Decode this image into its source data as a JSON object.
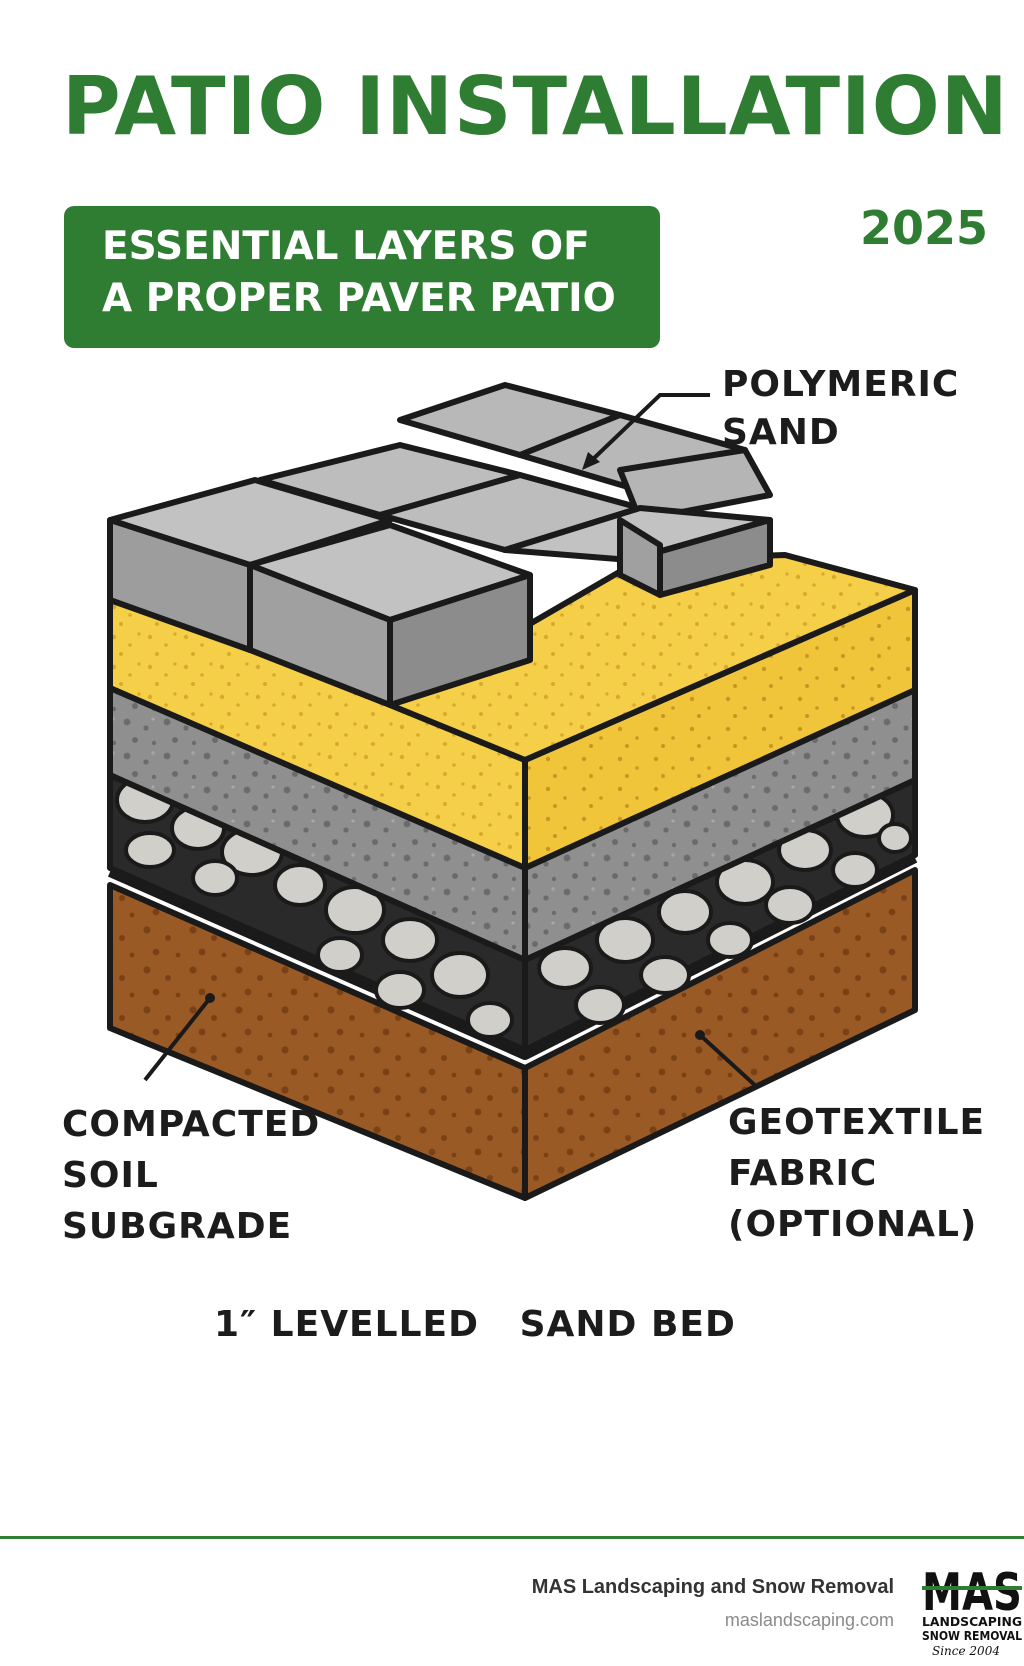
{
  "header": {
    "title": "PATIO INSTALLATION",
    "year": "2025",
    "subtitle_line1": "ESSENTIAL LAYERS OF",
    "subtitle_line2": "A PROPER PAVER PATIO"
  },
  "labels": {
    "polymeric_sand_line1": "POLYMERIC",
    "polymeric_sand_line2": "SAND",
    "soil_line1": "COMPACTED",
    "soil_line2": "SOIL",
    "soil_line3": "SUBGRADE",
    "geotextile_line1": "GEOTEXTILE",
    "geotextile_line2": "FABRIC",
    "geotextile_line3": "(OPTIONAL)",
    "sand_bed": "1″ LEVELLED   SAND BED"
  },
  "footer": {
    "company": "MAS Landscaping and Snow Removal",
    "url": "maslandscaping.com",
    "logo_main": "MAS",
    "logo_line1": "LANDSCAPING",
    "logo_line2": "SNOW REMOVAL",
    "logo_since": "Since 2004"
  },
  "colors": {
    "brand_green": "#2f7d32",
    "paver_gray": "#a6a6a6",
    "sand_yellow": "#f5cf48",
    "gravel_gray": "#8f8f8f",
    "soil_brown": "#9a5a25"
  }
}
